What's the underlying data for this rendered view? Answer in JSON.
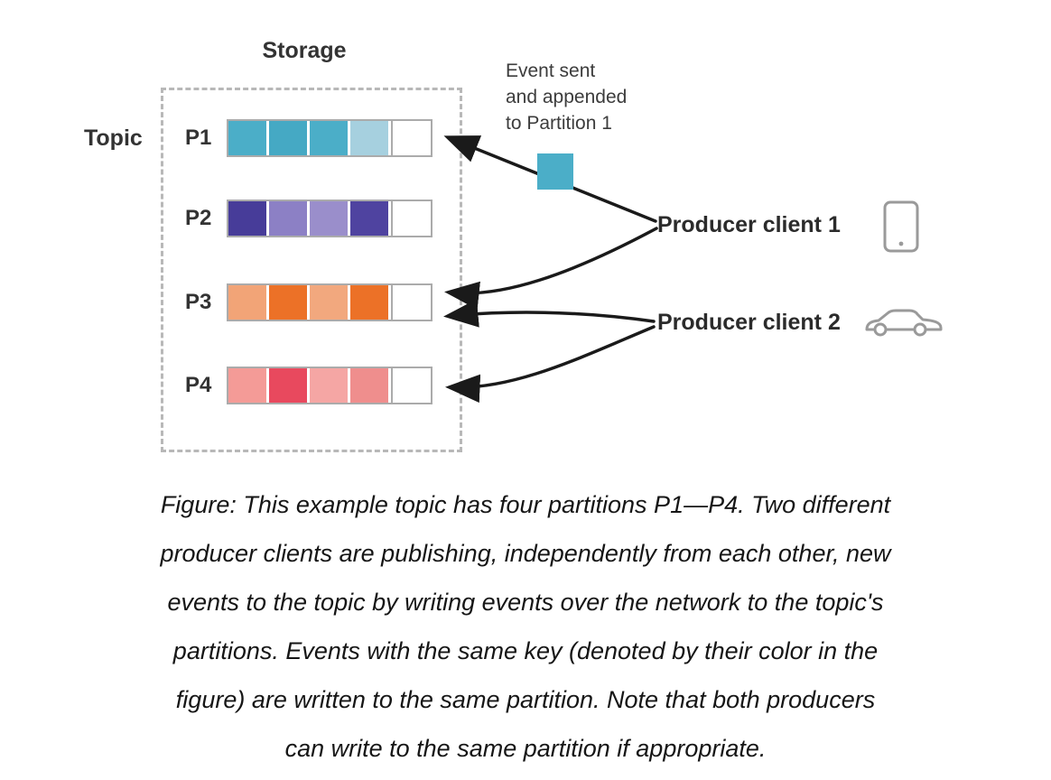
{
  "diagram": {
    "storage_label": "Storage",
    "topic_label": "Topic",
    "partitions": [
      {
        "label": "P1",
        "cells": [
          "#4BAEC8",
          "#45A9C4",
          "#4BAEC8",
          "#A6D0DF",
          "#FFFFFF"
        ]
      },
      {
        "label": "P2",
        "cells": [
          "#473C99",
          "#8C80C5",
          "#9A8ECB",
          "#4F43A0",
          "#FFFFFF"
        ]
      },
      {
        "label": "P3",
        "cells": [
          "#F2A477",
          "#EC7127",
          "#F2A87E",
          "#EC7127",
          "#FFFFFF"
        ]
      },
      {
        "label": "P4",
        "cells": [
          "#F49B97",
          "#E8495E",
          "#F5A6A4",
          "#EF8E8D",
          "#FFFFFF"
        ]
      }
    ],
    "event_note": {
      "line1": "Event sent",
      "line2": "and appended",
      "line3": "to Partition 1"
    },
    "event_square_color": "#4BAEC8",
    "producer1_label": "Producer client 1",
    "producer2_label": "Producer client 2",
    "icons": {
      "producer1": "phone-icon",
      "producer2": "car-icon"
    },
    "colors": {
      "arrow": "#1a1a1a",
      "cell_border": "#ABABAB",
      "dashed_border": "#B8B8B8"
    }
  },
  "caption": {
    "lines": [
      "Figure: This example topic has four partitions P1—P4. Two different",
      "producer clients are publishing, independently from each other, new",
      "events to the topic by writing events over the network to the topic's",
      "partitions. Events with the same key (denoted by their color in the",
      "figure) are written to the same partition. Note that both producers",
      "can write to the same partition if appropriate."
    ]
  }
}
